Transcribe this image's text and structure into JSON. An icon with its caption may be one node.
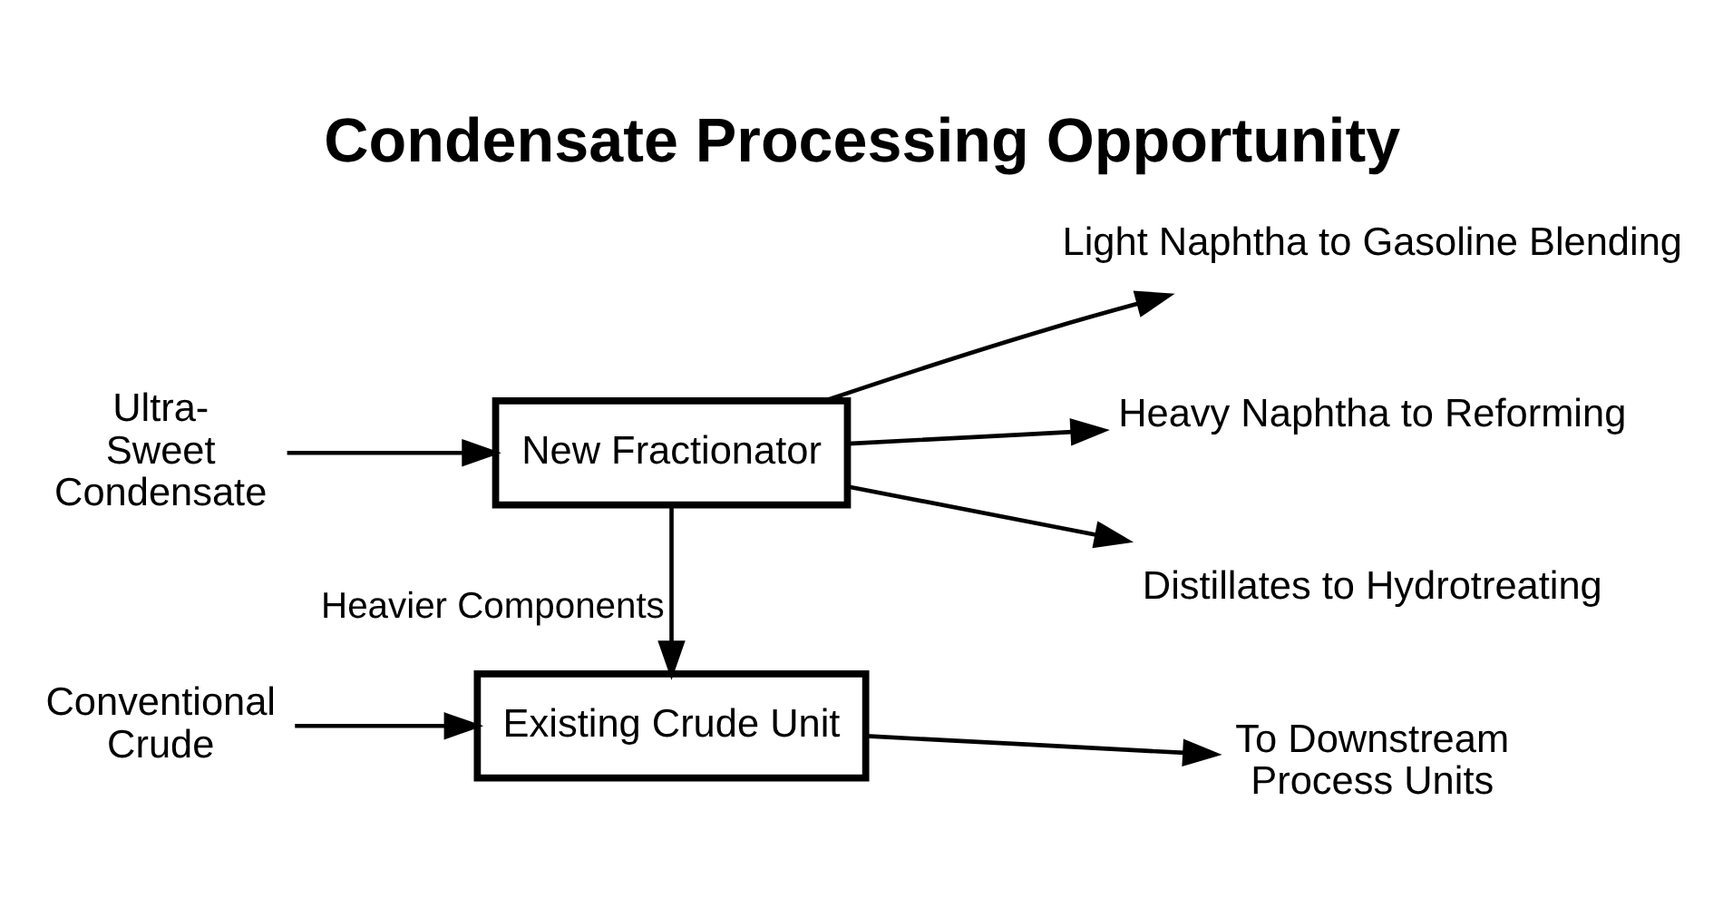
{
  "diagram": {
    "title": "Condensate Processing Opportunity",
    "nodes": [
      {
        "text": [
          "Ultra- Sweet Condensate"
        ]
      },
      {
        "text": [
          "New Fractionator"
        ]
      },
      {
        "text": [
          "Light Naphtha to Gasoline Blending"
        ]
      },
      {
        "text": [
          "Heavy Naphtha to Reforming"
        ]
      },
      {
        "text": [
          "Distillates to Hydrotreating"
        ]
      },
      {
        "text": [
          "Conventional Crude"
        ]
      },
      {
        "text": [
          "Existing Crude Unit"
        ]
      },
      {
        "text": [
          "To Downstream Process Units"
        ]
      }
    ],
    "edges": [
      {
        "from": 0,
        "to": 1,
        "arrow": "to"
      },
      {
        "from": 1,
        "to": 2,
        "arrow": "to"
      },
      {
        "from": 1,
        "to": 3,
        "arrow": "to"
      },
      {
        "from": 1,
        "to": 4,
        "arrow": "to"
      },
      {
        "from": 1,
        "to": 6,
        "arrow": "to",
        "label": "Heavier Components"
      },
      {
        "from": 5,
        "to": 6,
        "arrow": "to"
      },
      {
        "from": 6,
        "to": 7,
        "arrow": "to"
      }
    ]
  }
}
